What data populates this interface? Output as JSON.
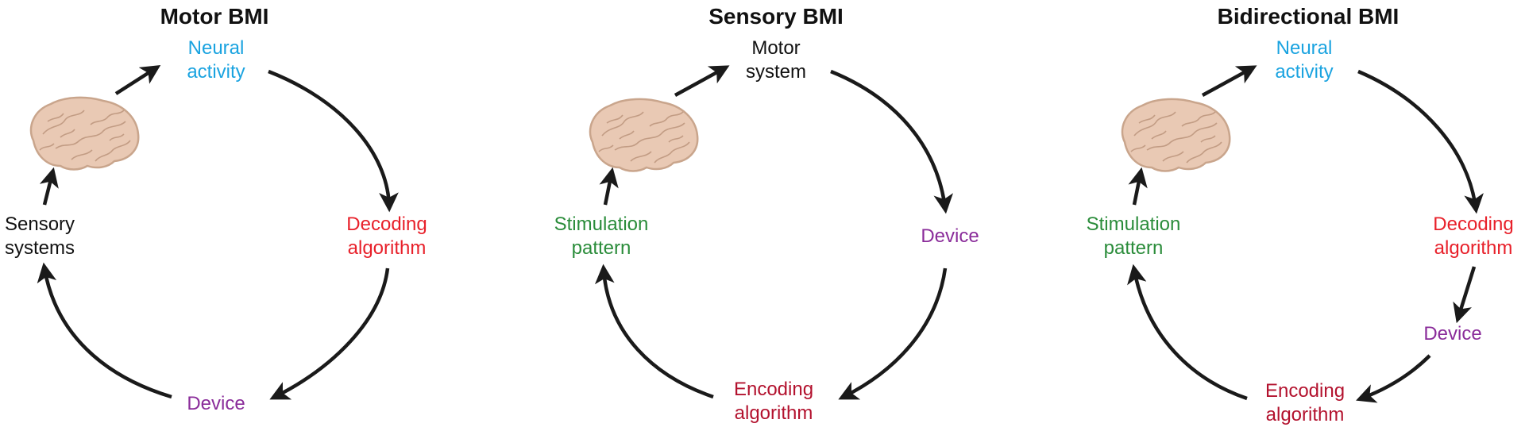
{
  "colors": {
    "neural": "#1aa3e0",
    "decoding": "#e8202a",
    "device": "#8a2c9a",
    "encoding": "#b3122e",
    "stimulation": "#2a8c3a",
    "plain": "#111111",
    "arrow": "#1a1a1a"
  },
  "panels": [
    {
      "title": "Motor BMI",
      "nodes": {
        "top": [
          "Neural",
          "activity"
        ],
        "right": [
          "Decoding",
          "algorithm"
        ],
        "bottom": [
          "Device"
        ],
        "left": [
          "Sensory",
          "systems"
        ]
      }
    },
    {
      "title": "Sensory BMI",
      "nodes": {
        "top": [
          "Motor",
          "system"
        ],
        "right": [
          "Device"
        ],
        "bottom": [
          "Encoding",
          "algorithm"
        ],
        "left": [
          "Stimulation",
          "pattern"
        ]
      }
    },
    {
      "title": "Bidirectional BMI",
      "nodes": {
        "top": [
          "Neural",
          "activity"
        ],
        "right1": [
          "Decoding",
          "algorithm"
        ],
        "right2": [
          "Device"
        ],
        "bottom": [
          "Encoding",
          "algorithm"
        ],
        "left": [
          "Stimulation",
          "pattern"
        ]
      }
    }
  ]
}
